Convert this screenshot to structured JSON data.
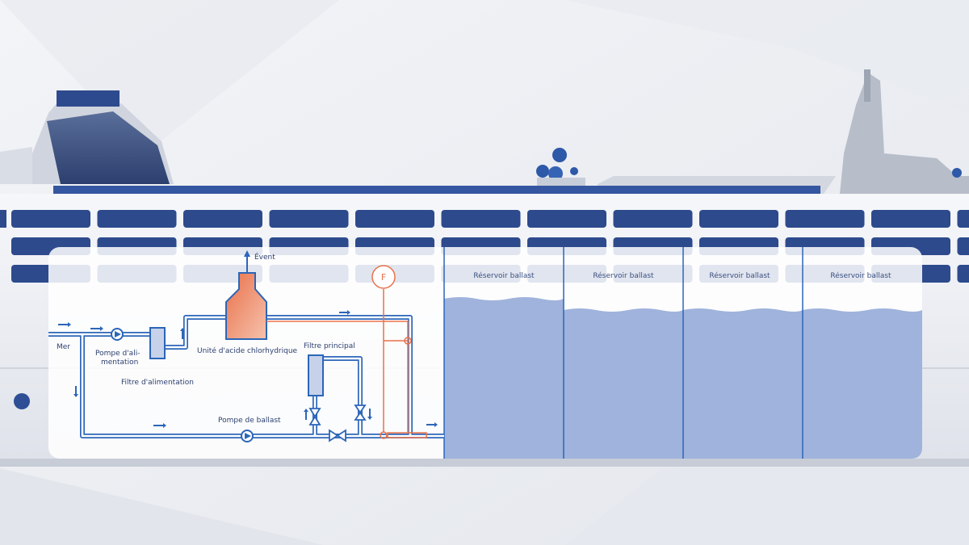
{
  "labels": {
    "sea": "Mer",
    "feed_pump": "Pompe d'ali-",
    "feed_pump_2": "mentation",
    "feed_filter": "Filtre d'alimentation",
    "hcl_unit": "Unité d'acide chlorhydrique",
    "vent": "Évent",
    "main_filter": "Filtre principal",
    "ballast_pump": "Pompe de ballast",
    "flow_meter": "F"
  },
  "tanks": [
    "Réservoir ballast",
    "Réservoir ballast",
    "Réservoir ballast",
    "Réservoir ballast"
  ],
  "colors": {
    "pipe": "#2c66b8",
    "chemical": "#e9714a",
    "water": "#9fb3dc",
    "panel": "#ffffff"
  }
}
